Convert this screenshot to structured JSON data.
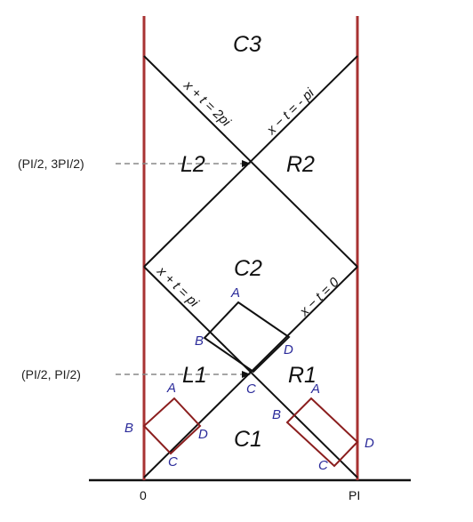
{
  "colors": {
    "boundary": "#a83232",
    "lines": "#111111",
    "rect": "#8b1e1e",
    "points": "#2b2b9a",
    "arrow": "#888888"
  },
  "regions": {
    "c3": "C3",
    "c2": "C2",
    "c1": "C1",
    "l2": "L2",
    "r2": "R2",
    "l1": "L1",
    "r1": "R1"
  },
  "equations": {
    "upper_left": "x + t = 2pi",
    "upper_right": "x − t = - pi",
    "lower_left": "x + t = pi",
    "lower_right": "x − t = 0"
  },
  "annotations": {
    "upper": "(PI/2, 3PI/2)",
    "lower": "(PI/2, PI/2)"
  },
  "axis": {
    "zero": "0",
    "pi": "PI"
  },
  "points": {
    "center_square": [
      "A",
      "B",
      "C",
      "D"
    ],
    "left_square": [
      "A",
      "B",
      "C",
      "D"
    ],
    "right_rect": [
      "A",
      "B",
      "C",
      "D"
    ]
  }
}
